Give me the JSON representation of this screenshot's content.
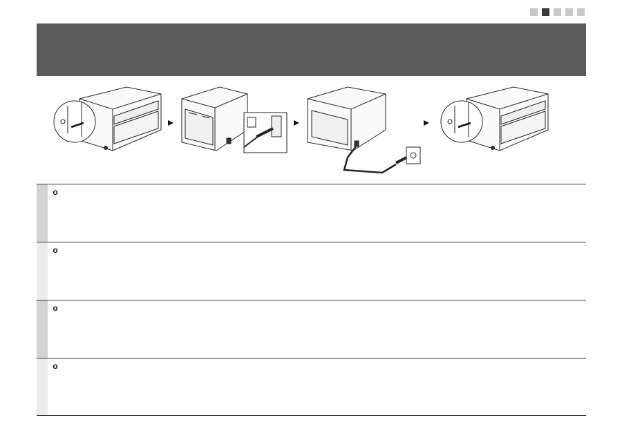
{
  "page_indicator": {
    "count": 5,
    "active_index": 1,
    "active_color": "#3a3a3a",
    "inactive_color": "#c8c8c8"
  },
  "header": {
    "title": "",
    "band_color": "#5a5a5a"
  },
  "illustrations": {
    "steps": [
      {
        "icon": "printer-power-button-icon"
      },
      {
        "icon": "printer-rear-cable-icon"
      },
      {
        "icon": "printer-wall-outlet-icon"
      },
      {
        "icon": "printer-power-button-icon"
      }
    ],
    "arrow_icon": "play-arrow-icon"
  },
  "sections": [
    {
      "bullet": "o",
      "text": "",
      "bar_color": "#d3d3d3"
    },
    {
      "bullet": "o",
      "text": "",
      "bar_color": "#ececec"
    },
    {
      "bullet": "o",
      "text": "",
      "bar_color": "#d3d3d3"
    },
    {
      "bullet": "o",
      "text": "",
      "bar_color": "#ececec"
    }
  ]
}
